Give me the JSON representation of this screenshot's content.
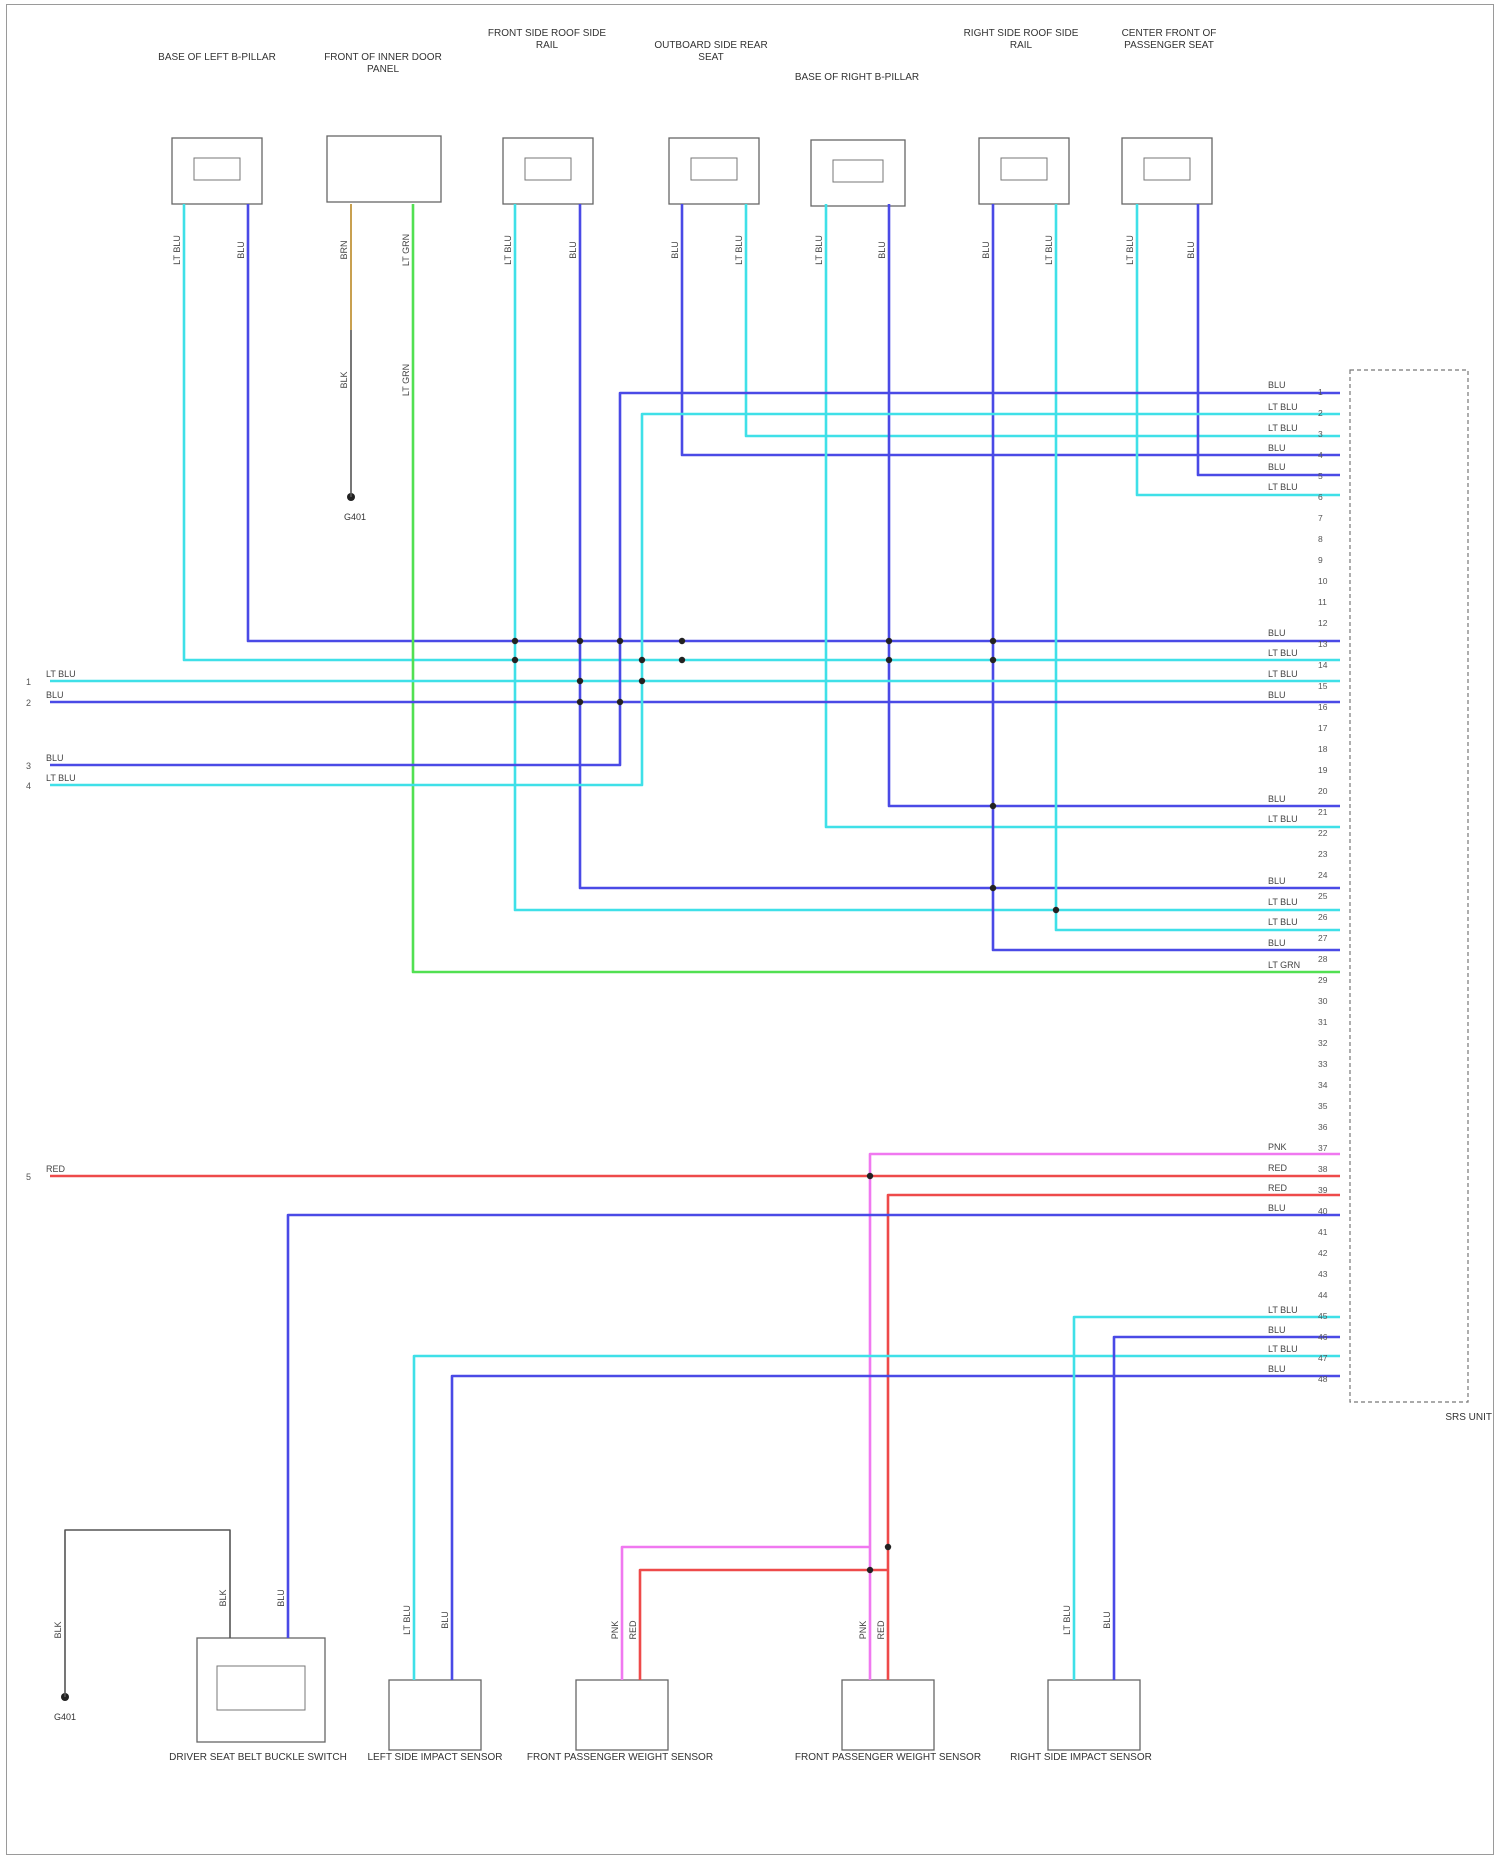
{
  "diagram": {
    "colors": {
      "ltblu": "#3fe0e8",
      "blu": "#4a4ae6",
      "grn": "#52e052",
      "red": "#ee4a4a",
      "pnk": "#f078f0",
      "brn": "#c8a050",
      "blk": "#555555"
    }
  },
  "labels": {
    "comp1": "BASE OF LEFT B-PILLAR",
    "comp2": "FRONT OF INNER DOOR PANEL",
    "comp3": "FRONT SIDE ROOF SIDE RAIL",
    "comp4": "OUTBOARD SIDE REAR SEAT",
    "comp5": "BASE OF RIGHT B-PILLAR",
    "comp6": "RIGHT SIDE ROOF SIDE RAIL",
    "comp7": "CENTER FRONT OF PASSENGER SEAT",
    "module": "SRS UNIT",
    "ground_top": "G401",
    "ground_bottom": "G401",
    "bottom1": "DRIVER SEAT BELT BUCKLE SWITCH",
    "bottom2": "LEFT SIDE IMPACT SENSOR",
    "bottom3": "FRONT PASSENGER WEIGHT SENSOR",
    "bottom4": "FRONT PASSENGER WEIGHT SENSOR",
    "bottom5": "RIGHT SIDE IMPACT SENSOR",
    "footer": ""
  },
  "wire_codes": {
    "ltblu": "LT BLU",
    "blu": "BLU",
    "grn": "LT GRN",
    "red": "RED",
    "pnk": "PNK",
    "brn": "BRN",
    "blk": "BLK"
  }
}
